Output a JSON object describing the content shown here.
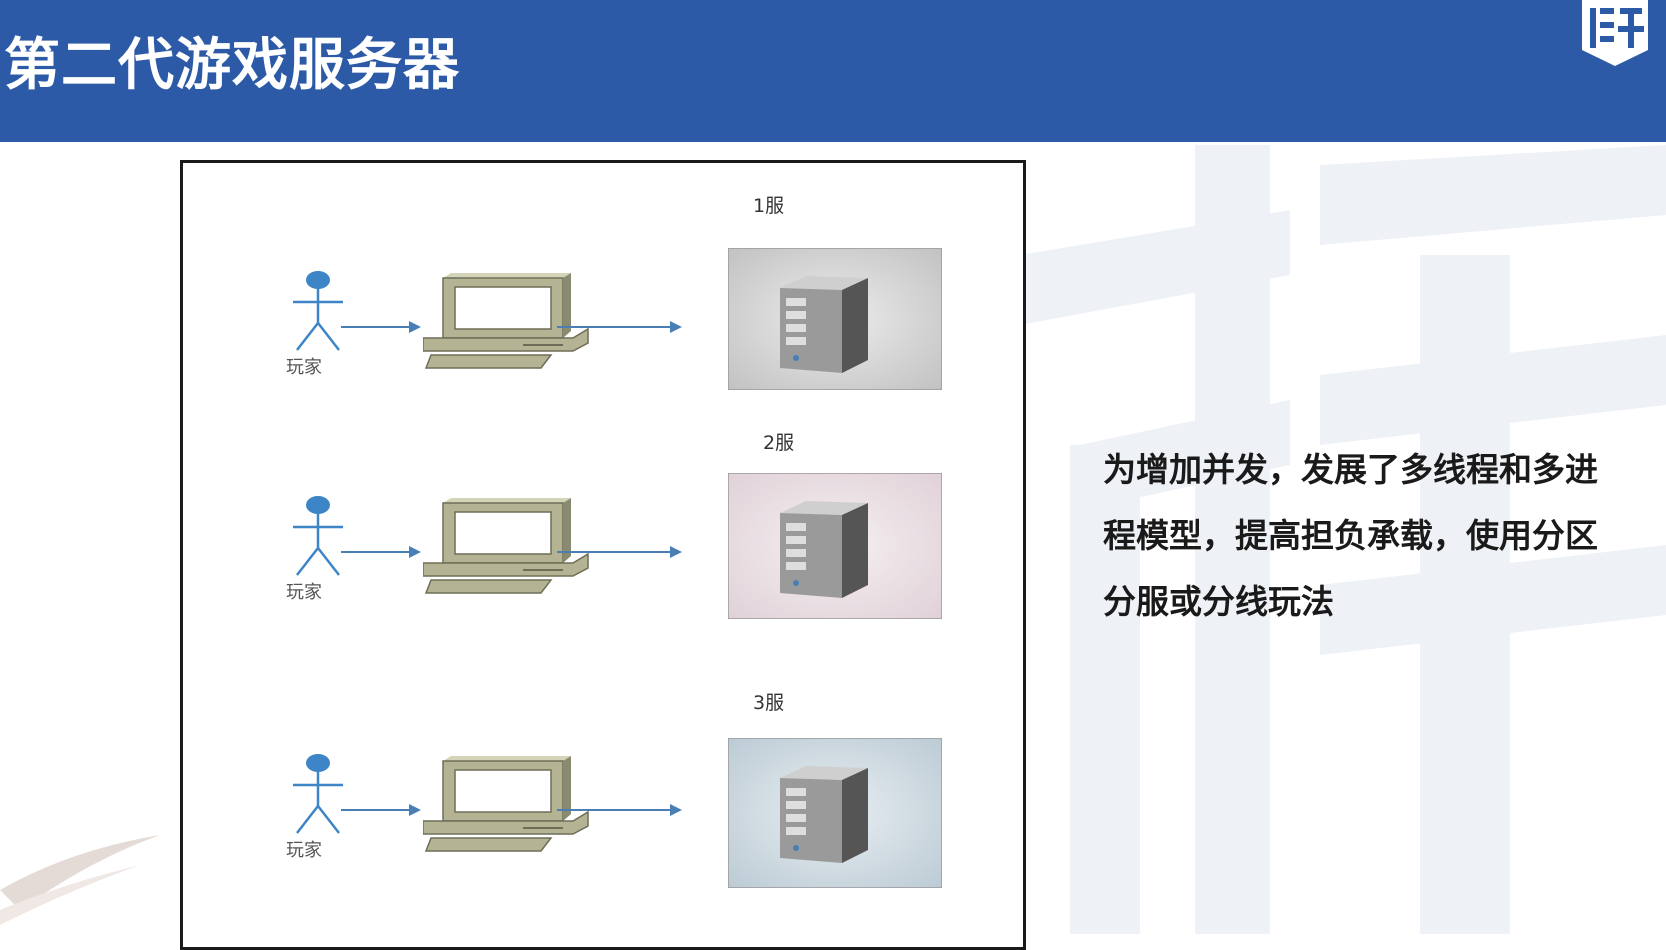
{
  "slide": {
    "title": "第二代游戏服务器",
    "description_lines": [
      "为增加并发，发展了多线程和多进",
      "程模型，提高担负承载，使用分区",
      "分服或分线玩法"
    ]
  },
  "diagram": {
    "rows": [
      {
        "server_label": "1服",
        "player_label": "玩家",
        "server_bg": "#cfcfcf"
      },
      {
        "server_label": "2服",
        "player_label": "玩家",
        "server_bg": "#e9dde2"
      },
      {
        "server_label": "3服",
        "player_label": "玩家",
        "server_bg": "#c4d3dc"
      }
    ]
  },
  "colors": {
    "header": "#2d5aa6",
    "actor": "#3d85c6",
    "computer": "#b4b494",
    "arrow": "#4a7fb5"
  },
  "icons": [
    "brand-logo-icon",
    "stick-figure-icon",
    "computer-icon",
    "server-tower-icon",
    "arrow-icon"
  ]
}
